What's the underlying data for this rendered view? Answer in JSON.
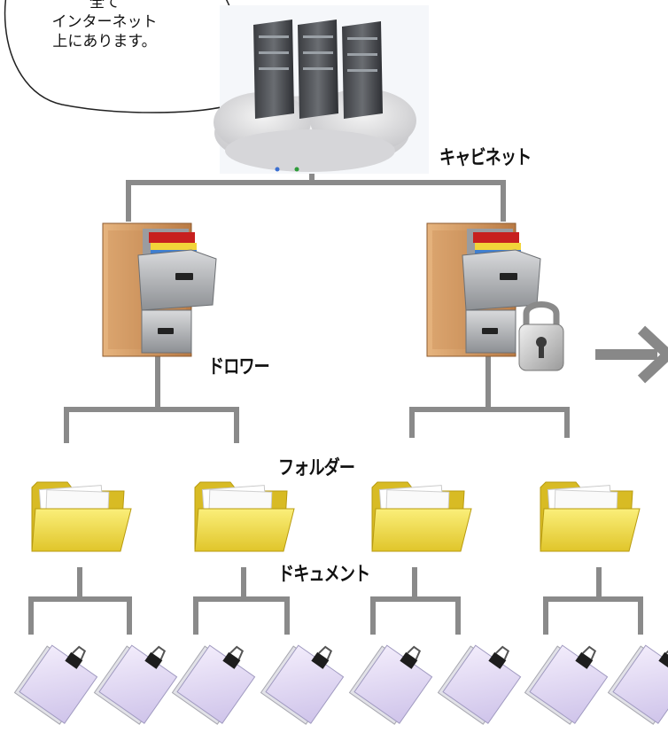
{
  "speech_bubble": {
    "lines": [
      "全て",
      "インターネット",
      "上にあります。"
    ]
  },
  "labels": {
    "cabinet": "キャビネット",
    "drawer": "ドロワー",
    "folder": "フォルダー",
    "document": "ドキュメント"
  },
  "icons": {
    "server": "server-cloud-icon",
    "cabinet": "filing-cabinet-icon",
    "lock": "padlock-icon",
    "folder": "folder-icon",
    "document": "clipped-document-icon",
    "arrow": "arrow-right-icon"
  },
  "colors": {
    "connector": "#8a8a8a",
    "folder": "#f2e04a",
    "document": "#e4dcf4",
    "cabinet_wood": "#d9a06a"
  }
}
